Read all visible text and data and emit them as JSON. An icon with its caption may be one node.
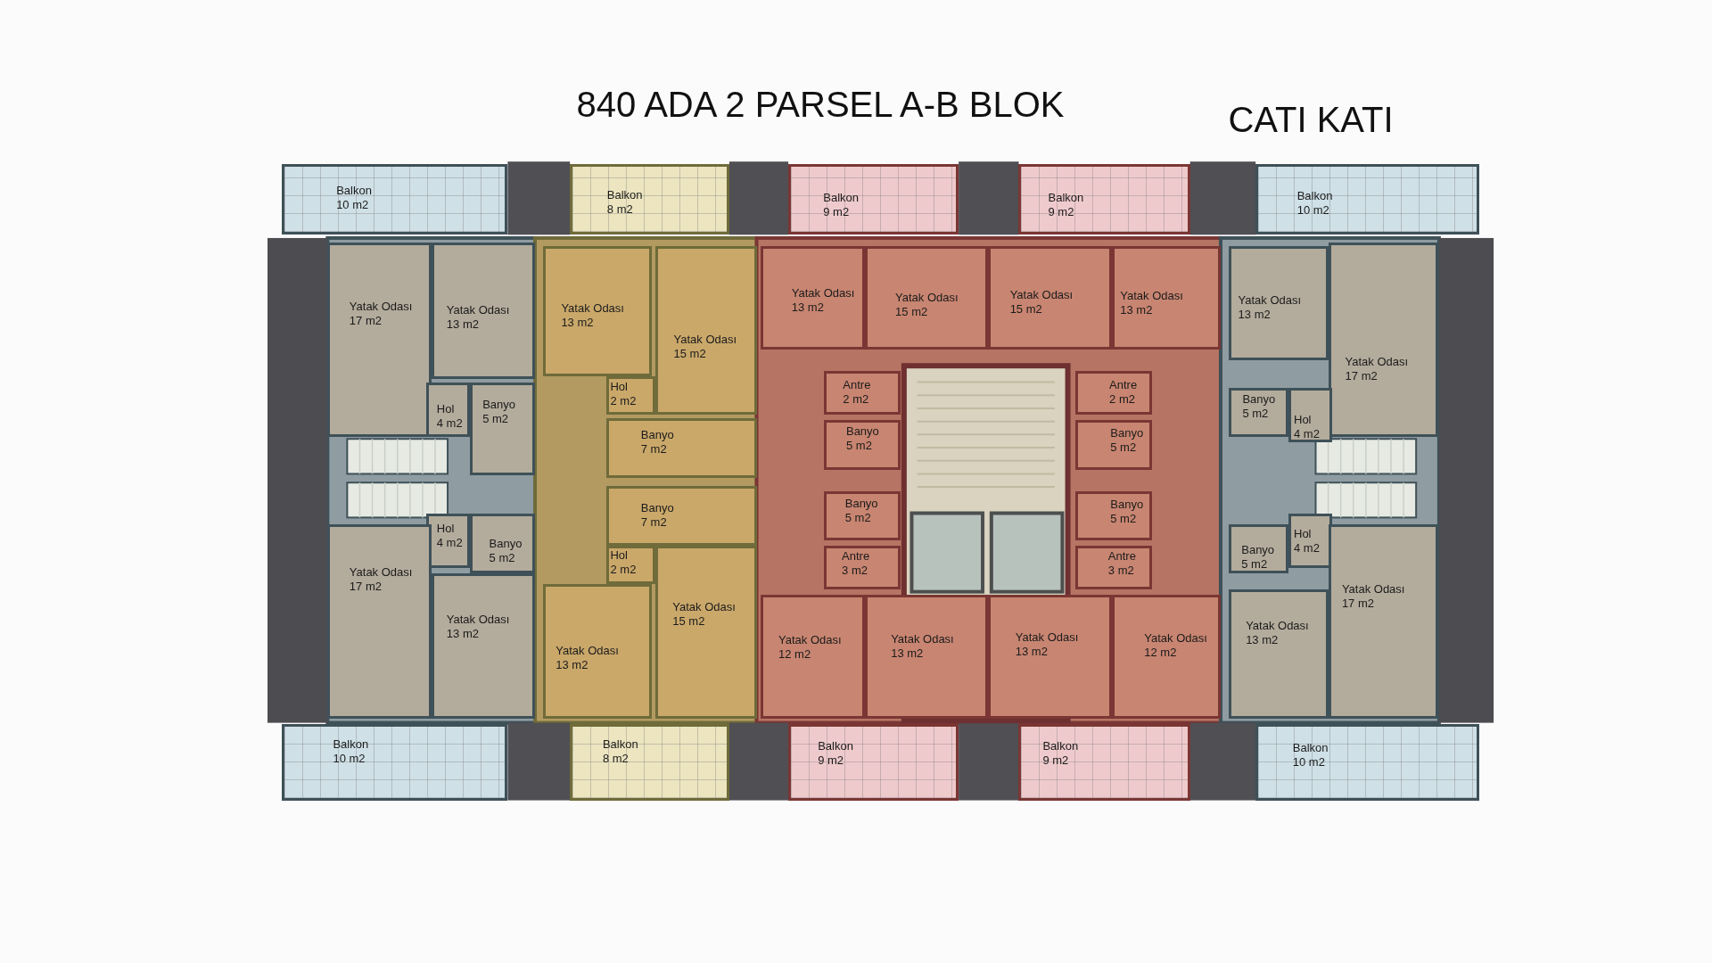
{
  "diagram": {
    "title": "840 ADA 2 PARSEL A-B BLOK",
    "nodes": [
      {
        "text": [
          "Balkon",
          "10 m2"
        ]
      },
      {
        "text": [
          "Balkon",
          "8 m2"
        ]
      },
      {
        "text": [
          "Balkon",
          "9 m2"
        ]
      },
      {
        "text": [
          "Balkon",
          "9 m2"
        ]
      },
      {
        "text": [
          "Balkon",
          "10 m2"
        ]
      },
      {
        "text": [
          "Yatak Odası",
          "17 m2"
        ]
      },
      {
        "text": [
          "Yatak Odası",
          "13 m2"
        ]
      },
      {
        "text": [
          "Hol",
          "4 m2"
        ]
      },
      {
        "text": [
          "Banyo",
          "5 m2"
        ]
      },
      {
        "text": [
          "Hol",
          "4 m2"
        ]
      },
      {
        "text": [
          "Banyo",
          "5 m2"
        ]
      },
      {
        "text": [
          "Yatak Odası",
          "17 m2"
        ]
      },
      {
        "text": [
          "Yatak Odası",
          "13 m2"
        ]
      },
      {
        "text": [
          "Yatak Odası",
          "13 m2"
        ]
      },
      {
        "text": [
          "Yatak Odası",
          "15 m2"
        ]
      },
      {
        "text": [
          "Hol",
          "2 m2"
        ]
      },
      {
        "text": [
          "Banyo",
          "7 m2"
        ]
      },
      {
        "text": [
          "Banyo",
          "7 m2"
        ]
      },
      {
        "text": [
          "Hol",
          "2 m2"
        ]
      },
      {
        "text": [
          "Yatak Odası",
          "15 m2"
        ]
      },
      {
        "text": [
          "Yatak Odası",
          "13 m2"
        ]
      },
      {
        "text": [
          "Yatak Odası",
          "13 m2"
        ]
      },
      {
        "text": [
          "Yatak Odası",
          "15 m2"
        ]
      },
      {
        "text": [
          "Antre",
          "2 m2"
        ]
      },
      {
        "text": [
          "Banyo",
          "5 m2"
        ]
      },
      {
        "text": [
          "Banyo",
          "5 m2"
        ]
      },
      {
        "text": [
          "Antre",
          "3 m2"
        ]
      },
      {
        "text": [
          "Yatak Odası",
          "12 m2"
        ]
      },
      {
        "text": [
          "Yatak Odası",
          "13 m2"
        ]
      },
      {
        "text": [
          "Yatak Odası",
          "15 m2"
        ]
      },
      {
        "text": [
          "Yatak Odası",
          "13 m2"
        ]
      },
      {
        "text": [
          "Antre",
          "2 m2"
        ]
      },
      {
        "text": [
          "Banyo",
          "5 m2"
        ]
      },
      {
        "text": [
          "Banyo",
          "5 m2"
        ]
      },
      {
        "text": [
          "Antre",
          "3 m2"
        ]
      },
      {
        "text": [
          "Yatak Odası",
          "13 m2"
        ]
      },
      {
        "text": [
          "Yatak Odası",
          "12 m2"
        ]
      },
      {
        "text": [
          "Yatak Odası",
          "13 m2"
        ]
      },
      {
        "text": [
          "Yatak Odası",
          "17 m2"
        ]
      },
      {
        "text": [
          "Banyo",
          "5 m2"
        ]
      },
      {
        "text": [
          "Hol",
          "4 m2"
        ]
      },
      {
        "text": [
          "Banyo",
          "5 m2"
        ]
      },
      {
        "text": [
          "Hol",
          "4 m2"
        ]
      },
      {
        "text": [
          "Yatak Odası",
          "17 m2"
        ]
      },
      {
        "text": [
          "Yatak Odası",
          "13 m2"
        ]
      },
      {
        "text": [
          "Balkon",
          "10 m2"
        ]
      },
      {
        "text": [
          "Balkon",
          "8 m2"
        ]
      },
      {
        "text": [
          "Balkon",
          "9 m2"
        ]
      },
      {
        "text": [
          "Balkon",
          "9 m2"
        ]
      },
      {
        "text": [
          "Balkon",
          "10 m2"
        ]
      }
    ],
    "labels": [
      "CATI KATI"
    ]
  }
}
